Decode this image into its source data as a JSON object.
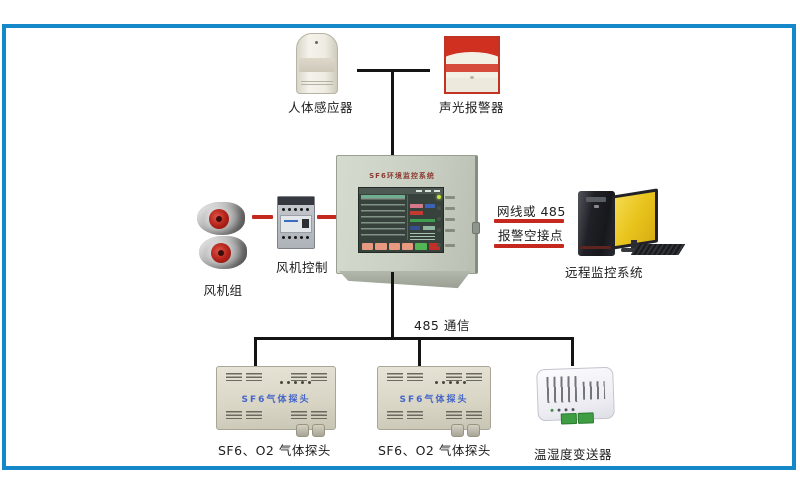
{
  "nodes": {
    "motion_sensor": {
      "label": "人体感应器"
    },
    "alarm": {
      "label": "声光报警器"
    },
    "fan_group": {
      "label": "风机组"
    },
    "fan_control": {
      "label": "风机控制"
    },
    "controller": {
      "title": "SF6环境监控系统"
    },
    "remote_pc": {
      "label": "远程监控系统"
    },
    "gas_probe_1": {
      "device_text": "SF6气体探头",
      "label": "SF6、O2 气体探头"
    },
    "gas_probe_2": {
      "device_text": "SF6气体探头",
      "label": "SF6、O2 气体探头"
    },
    "transmitter": {
      "label": "温湿度变送器"
    }
  },
  "links": {
    "pc_link_top": "网线或 485",
    "pc_link_bottom": "报警空接点",
    "bus_label": "485 通信"
  },
  "colors": {
    "frame": "#1488c8",
    "wire": "#141414",
    "red_link": "#c5281c",
    "panel_body": "#c9cfc3",
    "screen_bg": "#37423d",
    "probe_text_blue": "#4565c8",
    "monitor_yellow": "#e9c41d",
    "alarm_red": "#d03020"
  }
}
